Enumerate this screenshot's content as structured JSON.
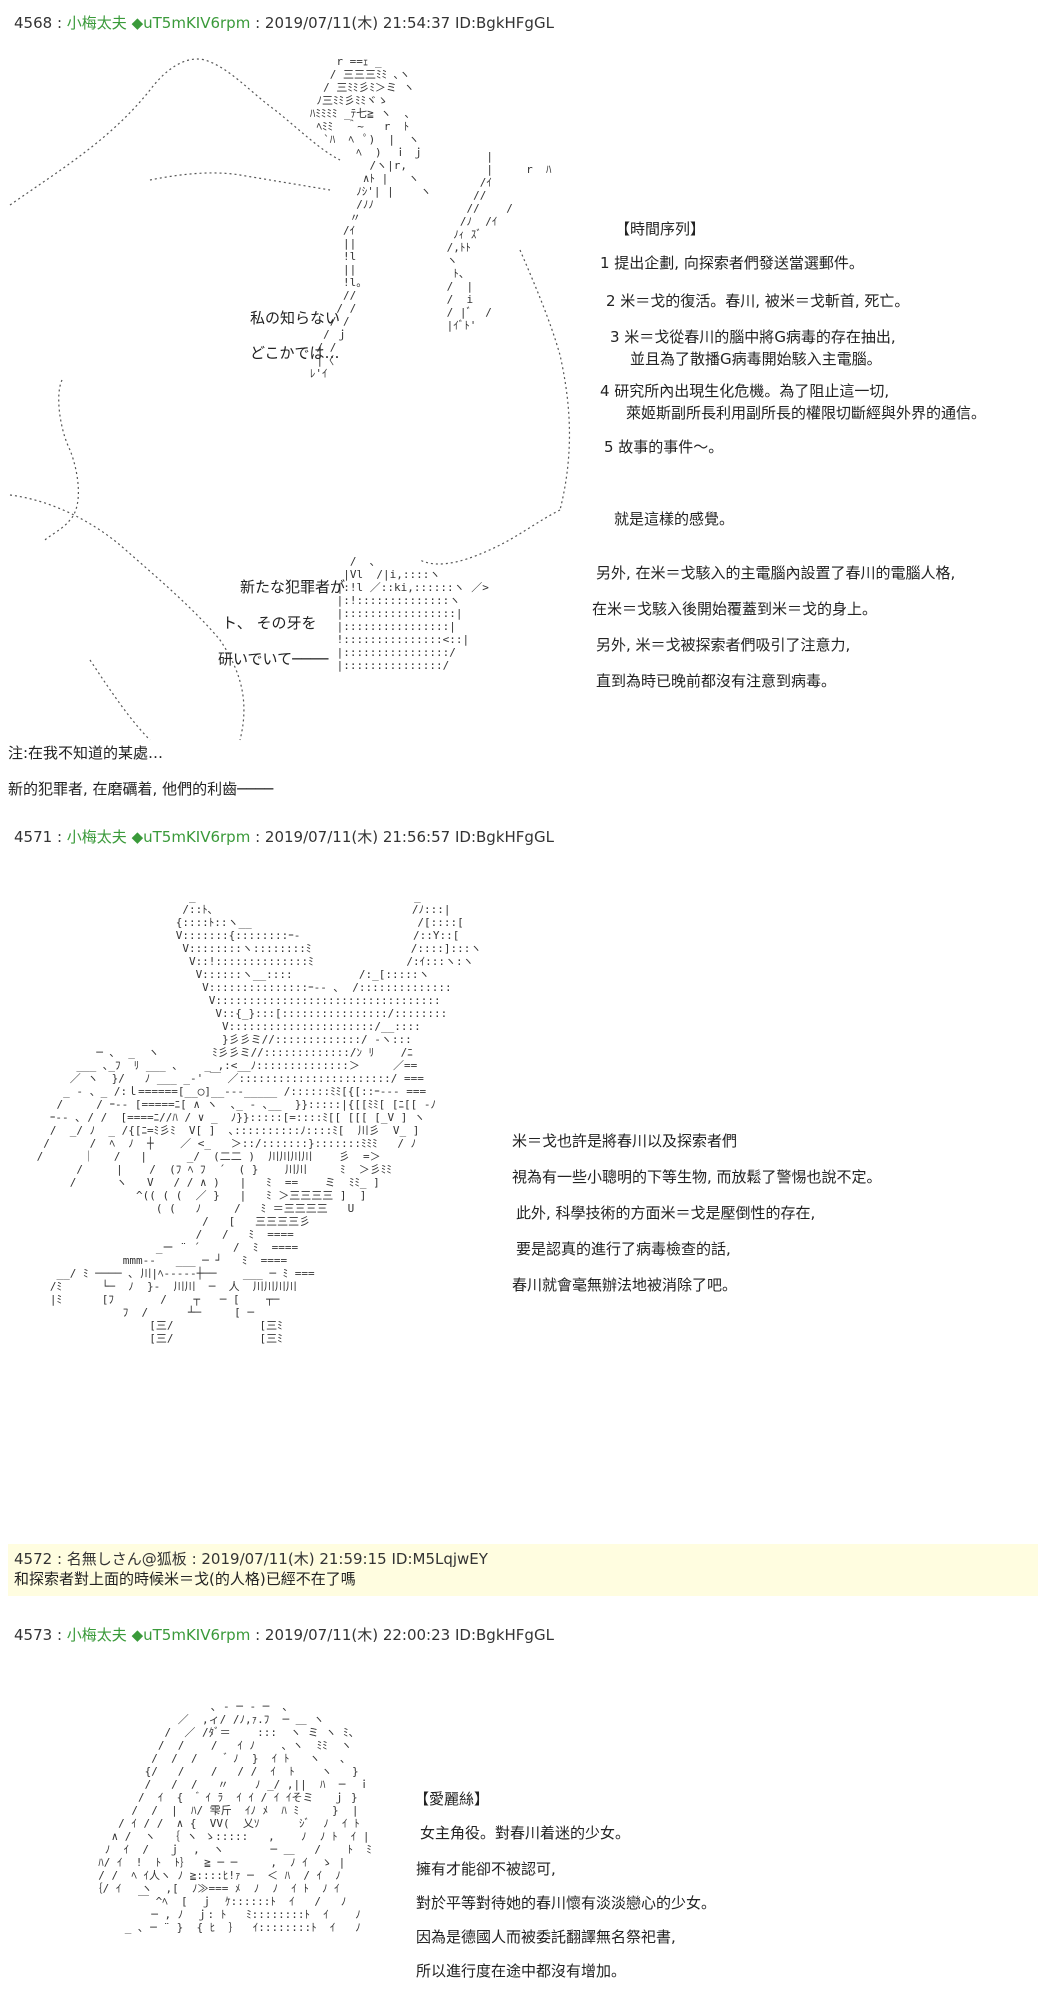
{
  "posts": [
    {
      "number": "4568",
      "name": "小梅太夫",
      "trip": "◆uT5mKIV6rpm",
      "date": "2019/07/11(木) 21:54:37",
      "id": "ID:BgkHFgGL",
      "art_lines": [
        "私の知らない",
        "どこかでは…",
        "新たな犯罪者が",
        "ト、 その牙を",
        "研いでいて────"
      ],
      "side_title": "【時間序列】",
      "side_items": [
        "1  提出企劃, 向探索者們發送當選郵件。",
        "2  米＝戈的復活。春川, 被米＝戈斬首, 死亡。",
        "3  米＝戈從春川的腦中將G病毒的存在抽出,",
        "並且為了散播G病毒開始駭入主電腦。",
        "4  研究所內出現生化危機。為了阻止這一切,",
        "萊姬斯副所長利用副所長的權限切斷經與外界的通信。",
        "5  故事的事件～。"
      ],
      "side_note": "就是這樣的感覺。",
      "side_lines": [
        "另外, 在米＝戈駭入的主電腦內設置了春川的電腦人格,",
        "在米＝戈駭入後開始覆蓋到米＝戈的身上。",
        "另外, 米＝戈被探索者們吸引了注意力,",
        "直到為時已晚前都沒有注意到病毒。"
      ],
      "footer_lines": [
        "注:在我不知道的某處…",
        "新的犯罪者, 在磨礪着, 他們的利齒────"
      ]
    },
    {
      "number": "4571",
      "name": "小梅太夫",
      "trip": "◆uT5mKIV6rpm",
      "date": "2019/07/11(木) 21:56:57",
      "id": "ID:BgkHFgGL",
      "side_lines": [
        "米＝戈也許是將春川以及探索者們",
        "視為有一些小聰明的下等生物, 而放鬆了警惕也說不定。",
        "此外, 科學技術的方面米＝戈是壓倒性的存在,",
        "要是認真的進行了病毒檢查的話,",
        "春川就會毫無辦法地被消除了吧。"
      ]
    },
    {
      "number": "4572",
      "name": "名無しさん@狐板",
      "date": "2019/07/11(木) 21:59:15",
      "id": "ID:M5LqjwEY",
      "body": "和探索者對上面的時候米＝戈(的人格)已經不在了嗎"
    },
    {
      "number": "4573",
      "name": "小梅太夫",
      "trip": "◆uT5mKIV6rpm",
      "date": "2019/07/11(木) 22:00:23",
      "id": "ID:BgkHFgGL",
      "side_title": "【愛麗絲】",
      "side_lines": [
        "女主角役。對春川着迷的少女。",
        "擁有才能卻不被認可,",
        "對於平等對待她的春川懷有淡淡戀心的少女。",
        "因為是德國人而被委託翻譯無名祭祀書,",
        "所以進行度在途中都沒有增加。"
      ]
    }
  ],
  "separator": " : ",
  "colors": {
    "name": "#3a9a3a",
    "highlight": "#fffde0",
    "text": "#222222"
  }
}
